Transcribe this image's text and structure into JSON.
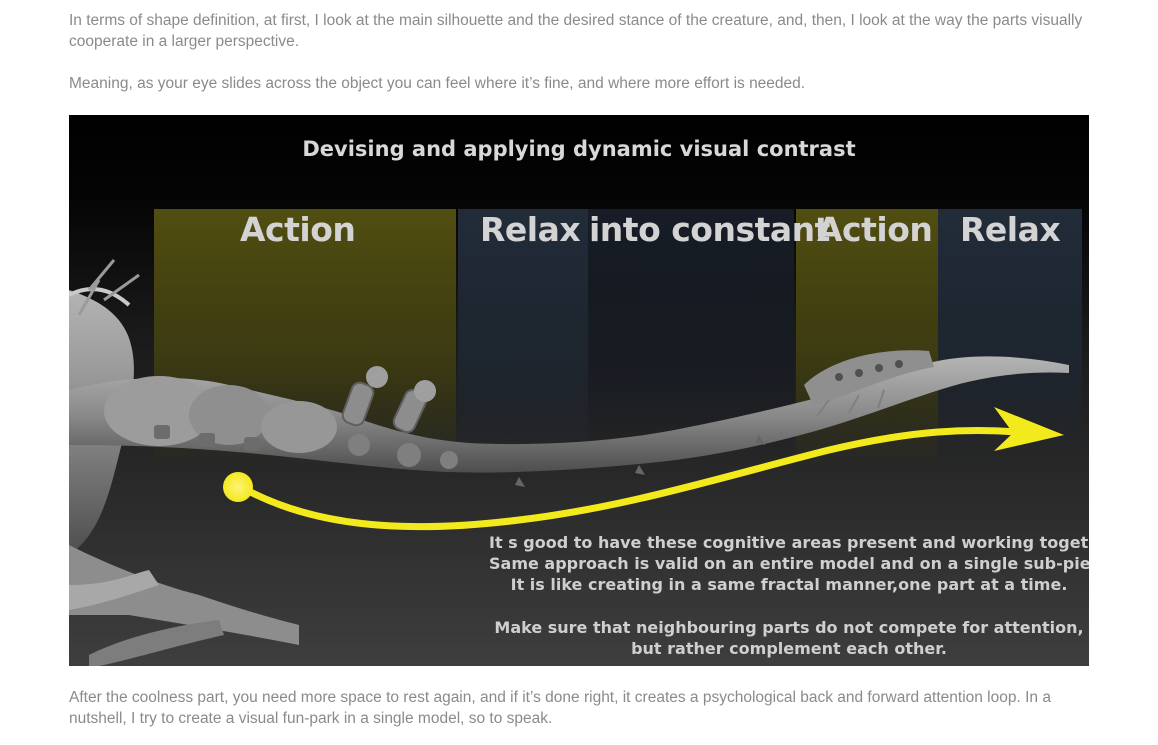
{
  "article": {
    "paragraph_1": "In terms of shape definition, at first, I look at the main silhouette and the desired stance of the creature, and, then, I look at the way the parts visually cooperate in a larger perspective.",
    "paragraph_2": "Meaning, as your eye slides across the object you can feel where it’s fine, and where more effort is needed.",
    "paragraph_3": " After the coolness part, you need more space to rest again, and if it’s done right, it creates a psychological back and forward attention loop. In a nutshell, I try to create a visual fun-park in a single model, so to speak."
  },
  "figure": {
    "title": "Devising and applying dynamic visual contrast",
    "bands": {
      "action_1": "Action",
      "relax_1": "Relax",
      "constant": "into constant",
      "action_2": "Action",
      "relax_2": "Relax"
    },
    "caption_lines": [
      "It s good to have these cognitive areas present and working together.",
      "Same approach is valid on an entire model and on a single sub-piece.",
      "It is like creating in a same fractal manner,one part at a time.",
      "Make sure that neighbouring parts do not compete for attention,",
      "but rather complement each other."
    ],
    "colors": {
      "action_band": "#555212",
      "relax_band": "#242e3c",
      "arrow": "#f2ea1c",
      "sculpt": "#8c8c8c"
    }
  }
}
